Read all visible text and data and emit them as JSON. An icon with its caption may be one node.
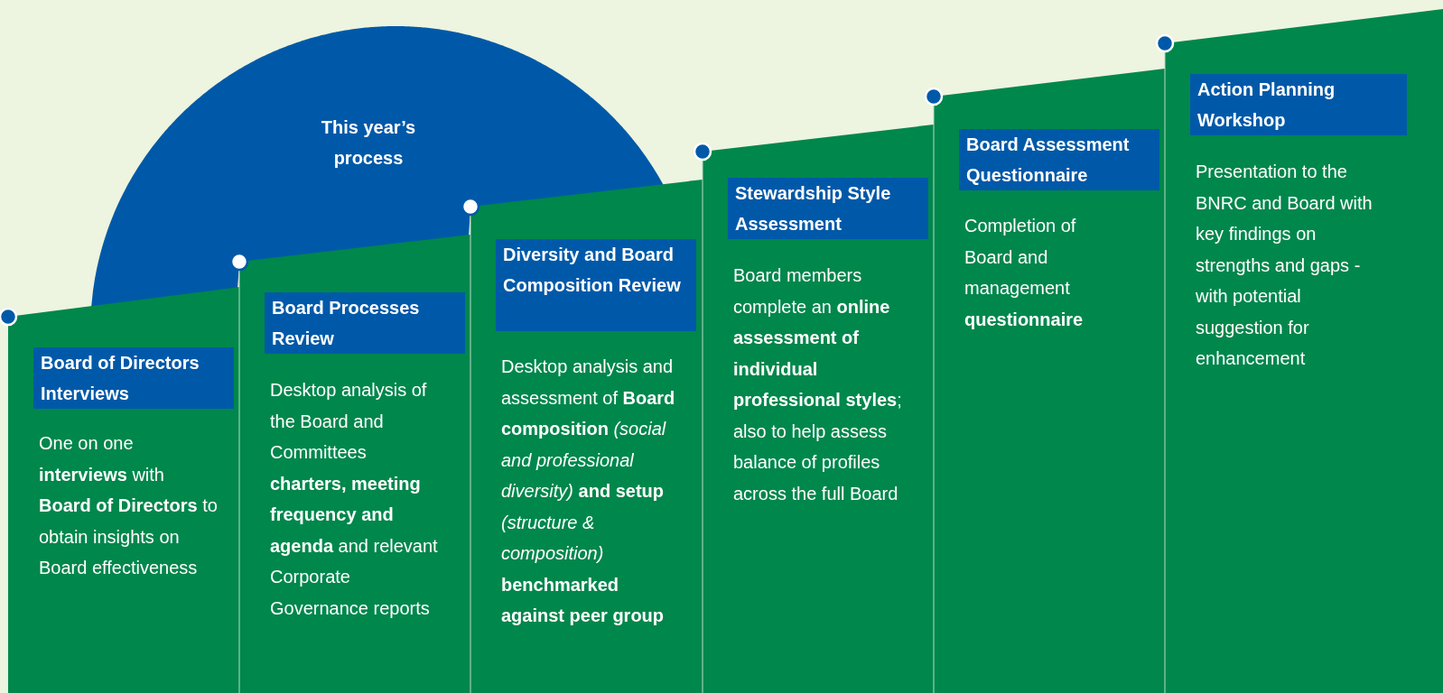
{
  "diagram": {
    "nodes": [
      {
        "text": [
          "This year’s process"
        ]
      },
      {
        "text": [
          "Board of Directors Interviews",
          "One on one **interviews** with **Board of Directors** to obtain insights on Board effectiveness"
        ]
      },
      {
        "text": [
          "Board Processes Review",
          "Desktop analysis of the Board and Committees **charters, meeting frequency and agenda** and relevant Corporate Governance reports"
        ]
      },
      {
        "text": [
          "Diversity and Board Composition Review",
          "Desktop analysis and assessment of **Board composition** *(social and professional diversity)* **and setup** *(structure & composition)* **benchmarked against peer group**"
        ]
      },
      {
        "text": [
          "Stewardship Style Assessment",
          "Board members complete an **online assessment of individual professional styles**; also to help assess balance of profiles across the full Board"
        ]
      },
      {
        "text": [
          "Board Assessment Questionnaire",
          "Completion of Board and management **questionnaire**"
        ]
      },
      {
        "text": [
          "Action Planning Workshop",
          "Presentation to the BNRC and Board with key findings on strengths and gaps - with potential suggestion for enhancement"
        ]
      }
    ],
    "edges": []
  }
}
